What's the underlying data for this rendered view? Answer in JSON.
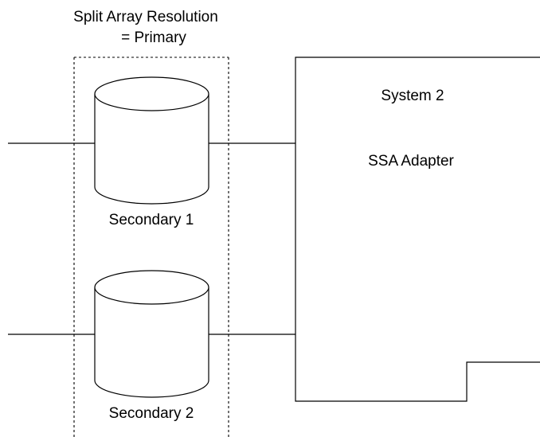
{
  "title": {
    "line1": "Split Array Resolution",
    "line2": "= Primary"
  },
  "system": {
    "name": "System 2",
    "adapter": "SSA Adapter"
  },
  "disks": [
    {
      "label": "Secondary 1"
    },
    {
      "label": "Secondary 2"
    }
  ],
  "colors": {
    "line": "#000000",
    "background": "#ffffff"
  }
}
